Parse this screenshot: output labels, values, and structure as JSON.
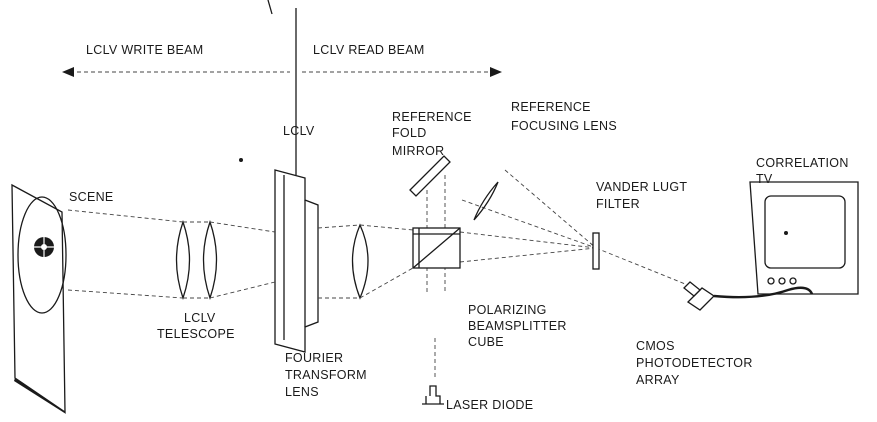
{
  "labels": {
    "write_beam": "LCLV  WRITE BEAM",
    "read_beam": "LCLV READ BEAM",
    "lclv": "LCLV",
    "scene": "SCENE",
    "telescope_line1": "LCLV",
    "telescope_line2": "TELESCOPE",
    "fourier_line1": "FOURIER",
    "fourier_line2": "TRANSFORM",
    "fourier_line3": "LENS",
    "ref_fold_line1": "REFERENCE",
    "ref_fold_line2": "FOLD",
    "ref_fold_line3": "MIRROR",
    "ref_focus_line1": "REFERENCE",
    "ref_focus_line2": "FOCUSING LENS",
    "pbs_line1": "POLARIZING",
    "pbs_line2": "BEAMSPLITTER",
    "pbs_line3": "CUBE",
    "vander_line1": "VANDER LUGT",
    "vander_line2": "FILTER",
    "corr_line1": "CORRELATION",
    "corr_line2": "TV",
    "cmos_line1": "CMOS",
    "cmos_line2": "PHOTODETECTOR",
    "cmos_line3": "ARRAY",
    "laser": "LASER DIODE"
  }
}
